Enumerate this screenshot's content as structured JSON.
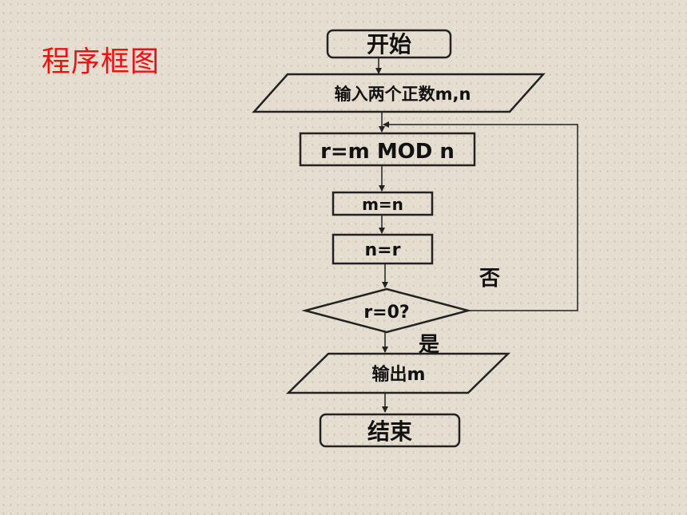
{
  "slide": {
    "title": "程序框图",
    "title_color": "#ee1111"
  },
  "flowchart": {
    "start": "开始",
    "input": "输入两个正数m,n",
    "step_mod": "r=m MOD n",
    "step_assign_m": "m=n",
    "step_assign_n": "n=r",
    "decision": "r=0?",
    "label_no": "否",
    "label_yes": "是",
    "output": "输出m",
    "end": "结束"
  }
}
